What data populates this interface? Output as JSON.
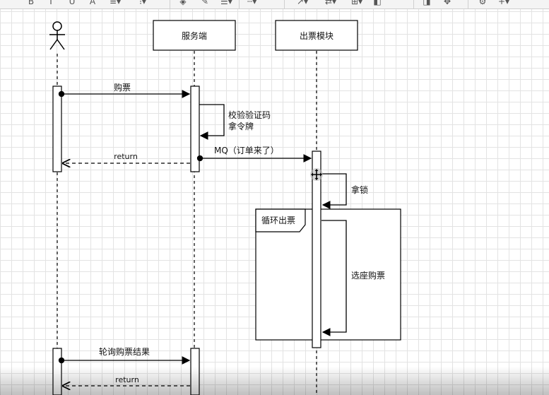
{
  "toolbar": {
    "buttons": [
      {
        "name": "bold-button",
        "glyph": "B"
      },
      {
        "name": "italic-button",
        "glyph": "I"
      },
      {
        "name": "underline-button",
        "glyph": "U"
      },
      {
        "name": "font-color-button",
        "glyph": "A"
      },
      {
        "name": "align-menu-button",
        "glyph": "≡▾"
      },
      {
        "name": "more-format-button",
        "glyph": "⁝▾"
      },
      {
        "name": "fill-color-button",
        "glyph": "◈"
      },
      {
        "name": "line-color-button",
        "glyph": "✎"
      },
      {
        "name": "line-width-button",
        "glyph": "☰▾"
      },
      {
        "name": "line-style-button",
        "glyph": "┄▾"
      },
      {
        "name": "connector-button",
        "glyph": "↗▾"
      },
      {
        "name": "waypoint-button",
        "glyph": "⇄▾"
      },
      {
        "name": "arrange-button",
        "glyph": "⊞▾"
      },
      {
        "name": "shape-style-button",
        "glyph": "◧"
      },
      {
        "name": "copy-style-button",
        "glyph": "◨"
      },
      {
        "name": "insert-button",
        "glyph": "✥"
      },
      {
        "name": "settings-button",
        "glyph": "⚙"
      },
      {
        "name": "add-button",
        "glyph": "+▾"
      }
    ]
  },
  "diagram": {
    "participants": [
      {
        "id": "user",
        "type": "actor",
        "label": ""
      },
      {
        "id": "server",
        "type": "box",
        "label": "服务端"
      },
      {
        "id": "ticketing",
        "type": "box",
        "label": "出票模块"
      }
    ],
    "messages": [
      {
        "id": "msg-buy",
        "from": "user",
        "to": "server",
        "label": "购票",
        "style": "solid"
      },
      {
        "id": "msg-verify",
        "from": "server",
        "to": "server",
        "label_lines": [
          "校验验证码",
          "拿令牌"
        ],
        "style": "self"
      },
      {
        "id": "msg-return-1",
        "from": "server",
        "to": "user",
        "label": "return",
        "style": "dashed"
      },
      {
        "id": "msg-mq",
        "from": "server",
        "to": "ticketing",
        "label": "MQ（订单来了）",
        "style": "solid"
      },
      {
        "id": "msg-lock",
        "from": "ticketing",
        "to": "ticketing",
        "label": "拿锁",
        "style": "self"
      },
      {
        "id": "msg-select-seat",
        "from": "ticketing",
        "to": "ticketing",
        "label": "选座购票",
        "style": "self"
      },
      {
        "id": "msg-poll",
        "from": "user",
        "to": "server",
        "label": "轮询购票结果",
        "style": "solid"
      },
      {
        "id": "msg-return-2",
        "from": "server",
        "to": "user",
        "label": "return",
        "style": "dashed"
      }
    ],
    "fragments": [
      {
        "id": "loop",
        "label": "循环出票"
      }
    ]
  },
  "colors": {
    "line": "#000000",
    "grid": "#e3e3e3",
    "activation_fill": "#ffffff"
  }
}
